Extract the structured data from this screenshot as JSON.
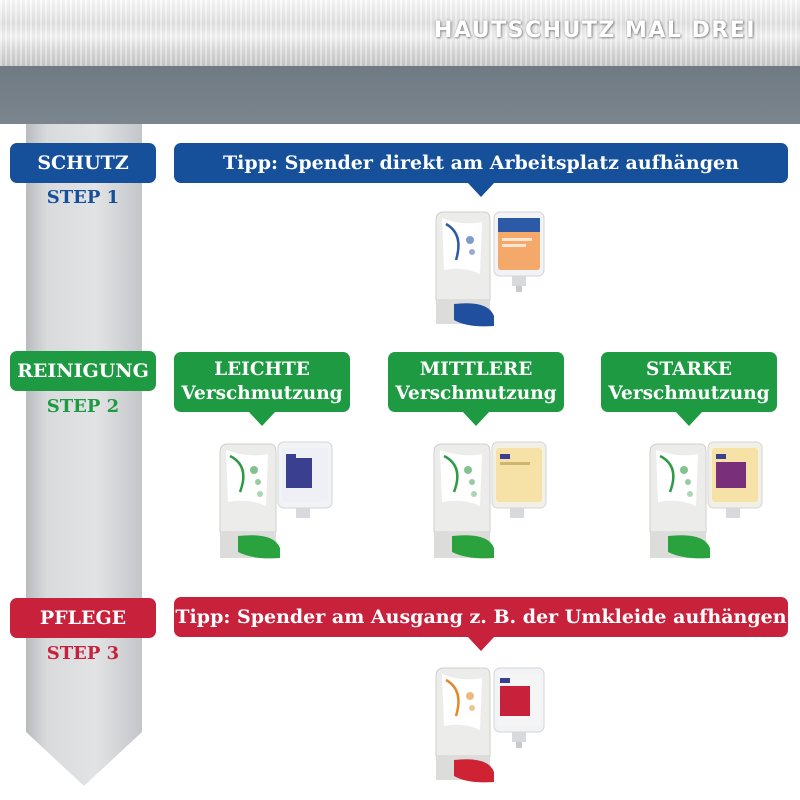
{
  "header": {
    "title": "HAUTSCHUTZ MAL DREI"
  },
  "steps": [
    {
      "tag": "SCHUTZ",
      "step": "STEP 1",
      "tip": "Tipp: Spender direkt am Arbeitsplatz aufhängen",
      "color": "#16509a"
    },
    {
      "tag": "REINIGUNG",
      "step": "STEP 2",
      "color": "#1d9a42"
    },
    {
      "tag": "PFLEGE",
      "step": "STEP 3",
      "tip": "Tipp: Spender am Ausgang z. B. der Umkleide aufhängen",
      "color": "#c8213c"
    }
  ],
  "soiling": [
    {
      "line1": "LEICHTE",
      "line2": "Verschmutzung"
    },
    {
      "line1": "MITTLERE",
      "line2": "Verschmutzung"
    },
    {
      "line1": "STARKE",
      "line2": "Verschmutzung"
    }
  ],
  "colors": {
    "header_band": "#737d86",
    "arrow_gray": "#d2d4d6",
    "dispenser_body": "#e9e9e7"
  },
  "icons": [
    "dispenser-blue-icon",
    "dispenser-green-icon",
    "dispenser-red-icon"
  ]
}
